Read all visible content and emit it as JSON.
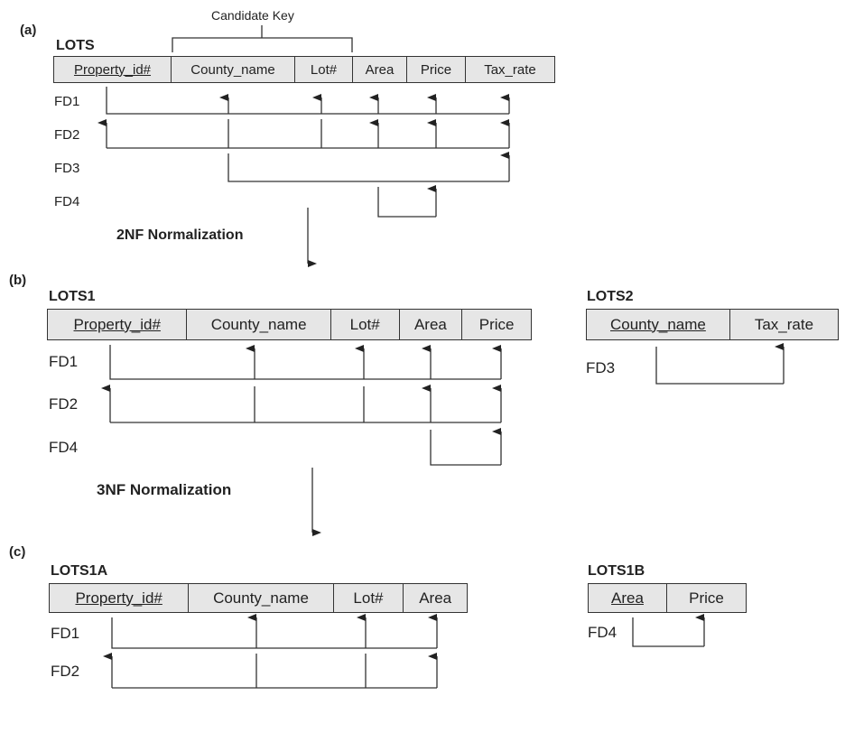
{
  "a": {
    "label": "(a)",
    "candidate_key": "Candidate Key",
    "relation": "LOTS",
    "attributes": [
      "Property_id#",
      "County_name",
      "Lot#",
      "Area",
      "Price",
      "Tax_rate"
    ],
    "fds": [
      "FD1",
      "FD2",
      "FD3",
      "FD4"
    ]
  },
  "step1": "2NF Normalization",
  "b": {
    "label": "(b)",
    "lots1": {
      "relation": "LOTS1",
      "attributes": [
        "Property_id#",
        "County_name",
        "Lot#",
        "Area",
        "Price"
      ],
      "fds": [
        "FD1",
        "FD2",
        "FD4"
      ]
    },
    "lots2": {
      "relation": "LOTS2",
      "attributes": [
        "County_name",
        "Tax_rate"
      ],
      "fds": [
        "FD3"
      ]
    }
  },
  "step2": "3NF Normalization",
  "c": {
    "label": "(c)",
    "lots1a": {
      "relation": "LOTS1A",
      "attributes": [
        "Property_id#",
        "County_name",
        "Lot#",
        "Area"
      ],
      "fds": [
        "FD1",
        "FD2"
      ]
    },
    "lots1b": {
      "relation": "LOTS1B",
      "attributes": [
        "Area",
        "Price"
      ],
      "fds": [
        "FD4"
      ]
    }
  }
}
